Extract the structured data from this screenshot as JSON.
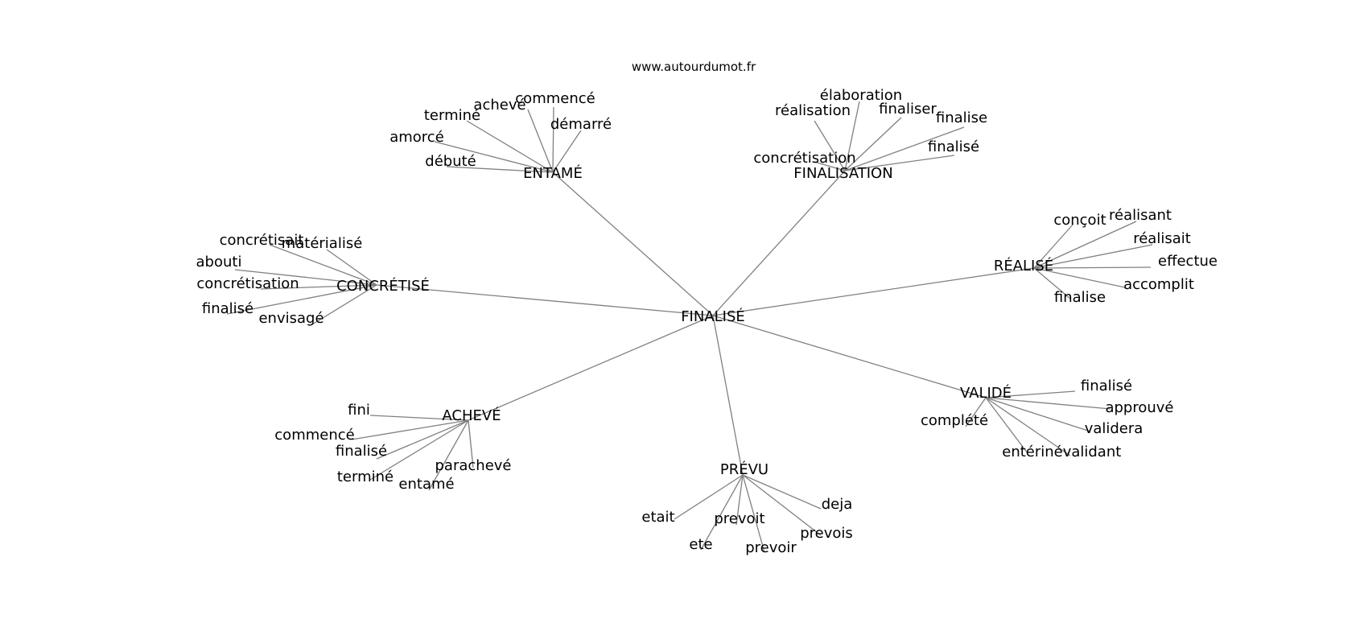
{
  "site": "www.autourdumot.fr",
  "center": "FINALISÉ",
  "clusters": [
    {
      "hub": "ENTAMÉ",
      "words": [
        "commencé",
        "achevé",
        "terminé",
        "démarré",
        "amorcé",
        "débuté"
      ]
    },
    {
      "hub": "FINALISATION",
      "words": [
        "élaboration",
        "réalisation",
        "finaliser",
        "finalise",
        "concrétisation",
        "finalisé"
      ]
    },
    {
      "hub": "CONCRÉTISÉ",
      "words": [
        "concrétisait",
        "matérialisé",
        "abouti",
        "concrétisation",
        "finalisé",
        "envisagé"
      ]
    },
    {
      "hub": "RÉALISÉ",
      "words": [
        "conçoit",
        "réalisant",
        "réalisait",
        "effectue",
        "accomplit",
        "finalise"
      ]
    },
    {
      "hub": "VALIDÉ",
      "words": [
        "finalisé",
        "complété",
        "approuvé",
        "validera",
        "entériné",
        "validant"
      ]
    },
    {
      "hub": "ACHEVÉ",
      "words": [
        "fini",
        "commencé",
        "finalisé",
        "parachevé",
        "terminé",
        "entamé"
      ]
    },
    {
      "hub": "PRÉVU",
      "words": [
        "etait",
        "deja",
        "prevoit",
        "prevois",
        "ete",
        "prevoir"
      ]
    }
  ]
}
